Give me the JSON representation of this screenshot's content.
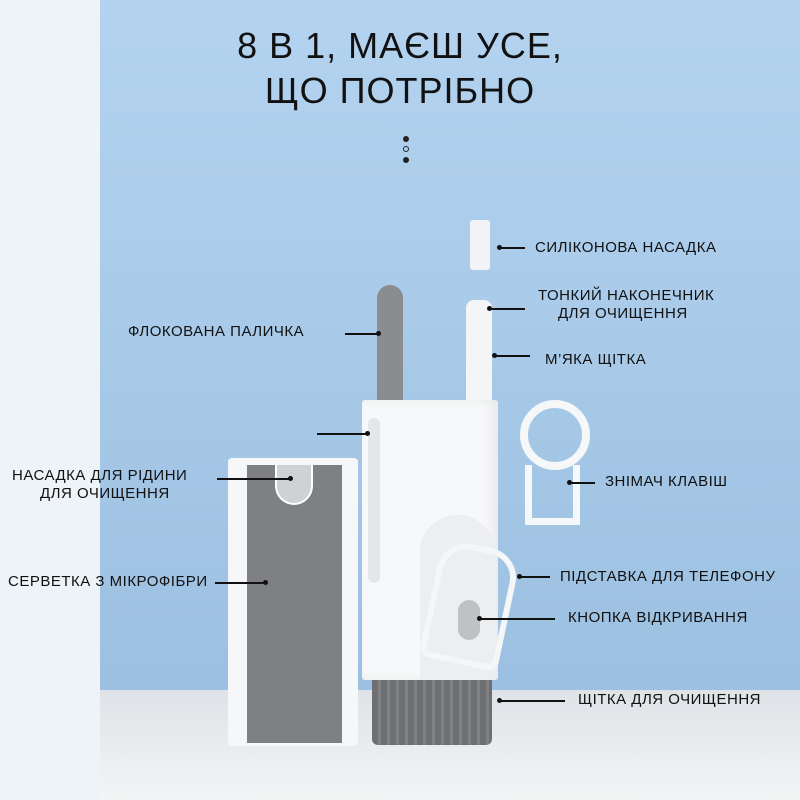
{
  "title": {
    "line1": "8 В 1, МАЄШ УСЕ,",
    "line2": "ЩО ПОТРІБНО"
  },
  "labels": {
    "silicone_tip": "СИЛІКОНОВА НАСАДКА",
    "thin_tip_1": "ТОНКИЙ НАКОНЕЧНИК",
    "thin_tip_2": "ДЛЯ ОЧИЩЕННЯ",
    "soft_brush": "М’ЯКА ЩІТКА",
    "flocked_stick": "ФЛОКОВАНА ПАЛИЧКА",
    "key_puller": "ЗНІМАЧ КЛАВІШ",
    "spray_nozzle_1": "НАСАДКА ДЛЯ РІДИНИ",
    "spray_nozzle_2": "ДЛЯ ОЧИЩЕННЯ",
    "microfiber_cloth": "СЕРВЕТКА З МІКРОФІБРИ",
    "phone_stand": "ПІДСТАВКА ДЛЯ ТЕЛЕФОНУ",
    "open_button": "КНОПКА ВІДКРИВАННЯ",
    "cleaning_brush": "ЩІТКА ДЛЯ ОЧИЩЕННЯ"
  },
  "colors": {
    "background": "#a9cbe9",
    "text": "#111111",
    "product_gray": "#7d7f82",
    "product_white": "#f7f8f9"
  }
}
